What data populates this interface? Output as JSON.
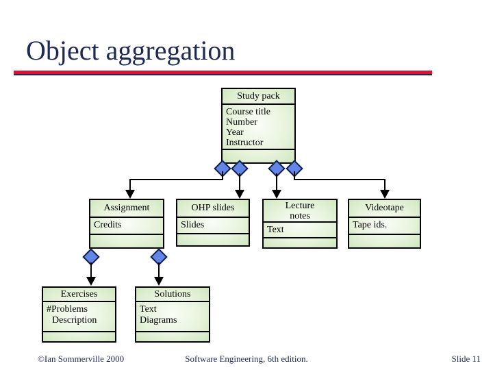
{
  "slide": {
    "title": "Object aggregation",
    "footer": {
      "left": "©Ian Sommerville 2000",
      "center": "Software Engineering, 6th edition.",
      "right": "Slide 11"
    }
  },
  "colors": {
    "title": "#1e2a52",
    "rule_red": "#d81535",
    "rule_navy": "#1e2a52",
    "box_border": "#000000",
    "box_fill_center": "#f9fdf6",
    "box_fill_edge": "#cfe8bf",
    "diamond_fill": "#6286e8",
    "diamond_border": "#15204a",
    "connector": "#000000"
  },
  "diagram": {
    "type": "uml-aggregation",
    "classes": [
      {
        "name": "Study pack",
        "attributes": [
          "Course title",
          "Number",
          "Year",
          "Instructor"
        ]
      },
      {
        "name": "Assignment",
        "attributes": [
          "Credits"
        ]
      },
      {
        "name": "OHP slides",
        "attributes": [
          "Slides"
        ]
      },
      {
        "name": "Lecture notes",
        "attributes": [
          "Text"
        ]
      },
      {
        "name": "Videotape",
        "attributes": [
          "Tape ids."
        ]
      },
      {
        "name": "Exercises",
        "attributes": [
          "#Problems",
          "Description"
        ]
      },
      {
        "name": "Solutions",
        "attributes": [
          "Text",
          "Diagrams"
        ]
      }
    ],
    "relations": [
      {
        "from": "Study pack",
        "to": "Assignment",
        "type": "aggregation"
      },
      {
        "from": "Study pack",
        "to": "OHP slides",
        "type": "aggregation"
      },
      {
        "from": "Study pack",
        "to": "Lecture notes",
        "type": "aggregation"
      },
      {
        "from": "Study pack",
        "to": "Videotape",
        "type": "aggregation"
      },
      {
        "from": "Assignment",
        "to": "Exercises",
        "type": "aggregation"
      },
      {
        "from": "Assignment",
        "to": "Solutions",
        "type": "aggregation"
      }
    ]
  }
}
